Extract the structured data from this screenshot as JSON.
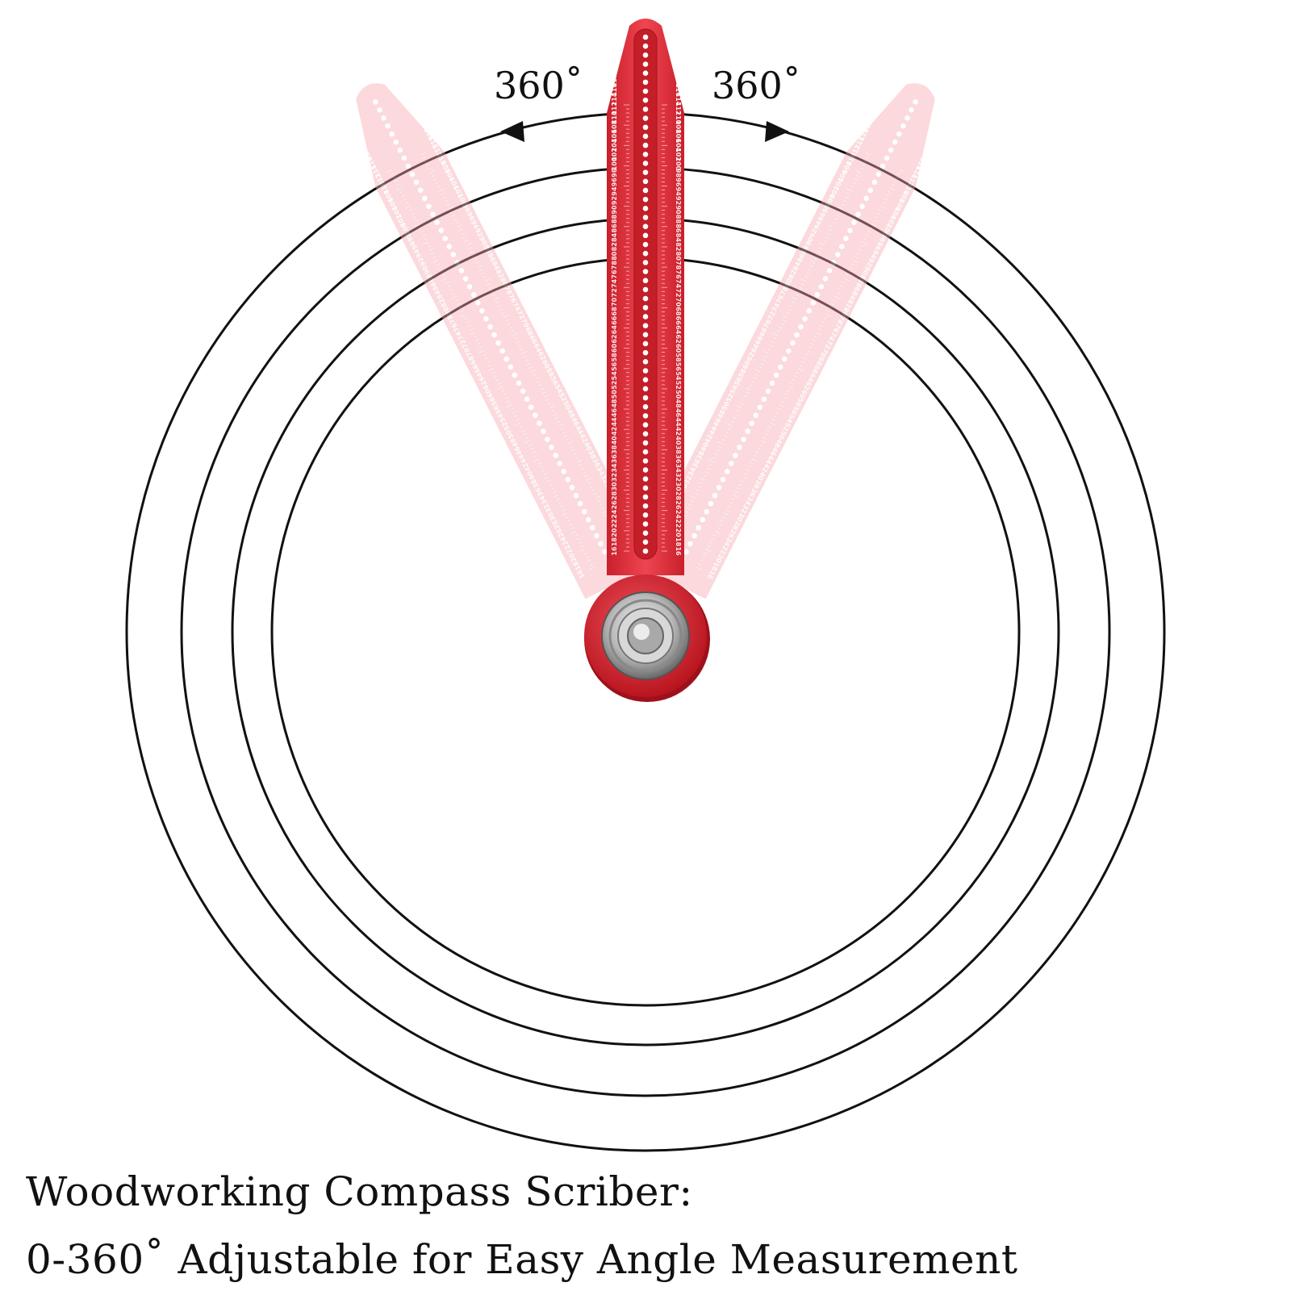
{
  "rotation": {
    "left_label": "360˚",
    "right_label": "360˚"
  },
  "ruler": {
    "scale_labels": [
      16,
      18,
      20,
      22,
      24,
      26,
      28,
      30,
      32,
      34,
      36,
      38,
      40,
      42,
      44,
      46,
      48,
      50,
      52,
      54,
      56,
      58,
      60,
      62,
      64,
      66,
      68,
      70,
      72,
      74,
      76,
      78,
      80,
      82,
      84,
      86,
      88,
      90,
      92,
      94,
      96,
      98,
      100,
      102,
      104,
      106,
      108,
      110,
      112,
      114,
      116,
      118
    ],
    "color": "#e0303a",
    "ghost_color": "#f6a6ad"
  },
  "caption": {
    "line1": "Woodworking Compass Scriber:",
    "line2": "0-360˚  Adjustable for Easy Angle Measurement"
  }
}
